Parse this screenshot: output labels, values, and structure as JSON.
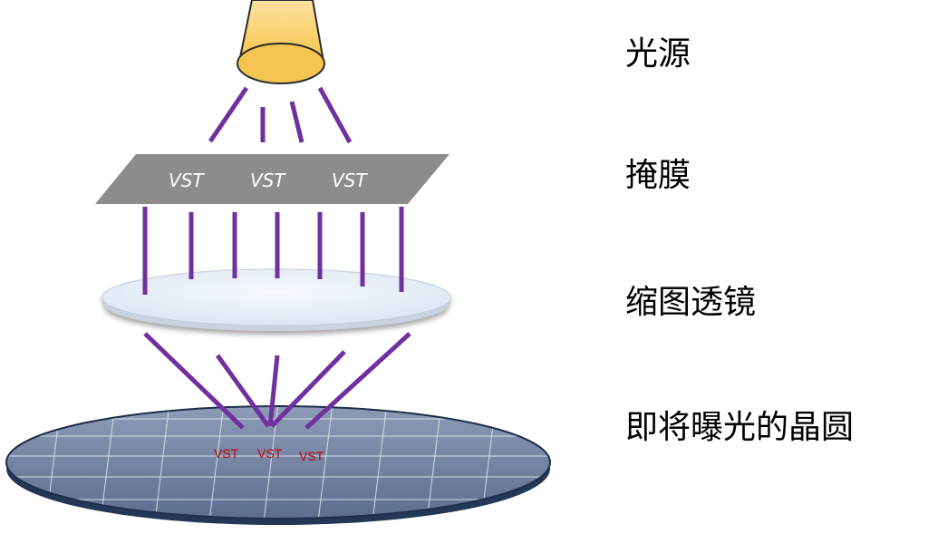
{
  "labels": {
    "light_source": "光源",
    "mask": "掩膜",
    "reduction_lens": "缩图透镜",
    "wafer": "即将曝光的晶圆"
  },
  "mask_pattern": [
    "VST",
    "VST",
    "VST"
  ],
  "wafer_pattern": [
    "VST",
    "VST",
    "VST"
  ],
  "colors": {
    "light_source_fill": "#FBD367",
    "beam": "#7030A0",
    "mask": "#8C8C8C",
    "lens": "#E6EEF8",
    "wafer": "#6E7F9F",
    "wafer_edge": "#243757",
    "wafer_text": "#C00000"
  }
}
